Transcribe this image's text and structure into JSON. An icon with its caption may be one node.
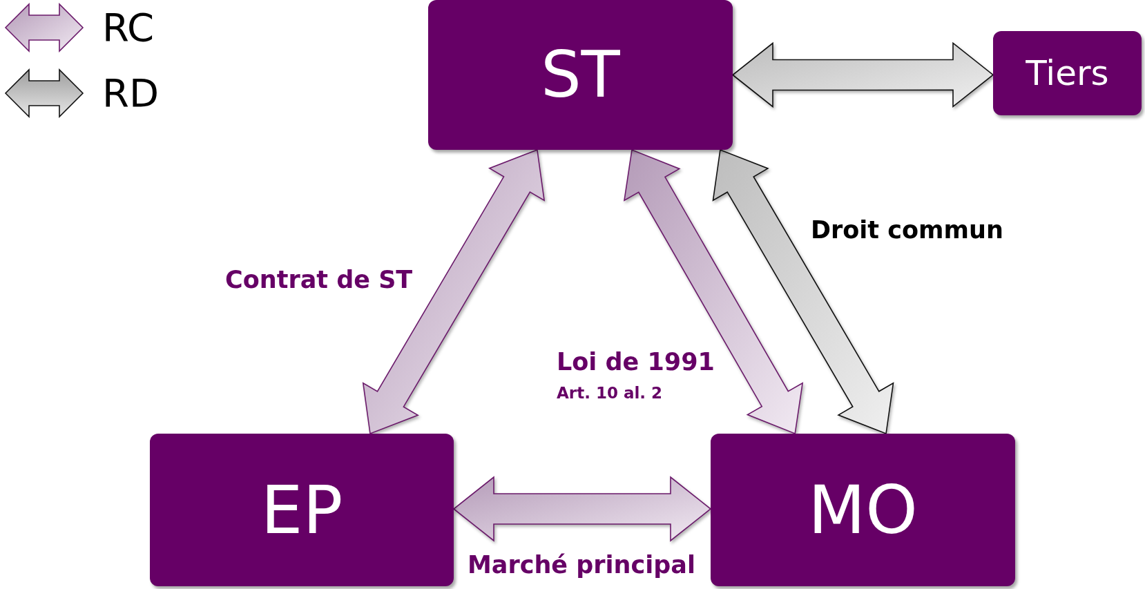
{
  "diagram": {
    "nodes": [
      {
        "text": [
          "ST"
        ]
      },
      {
        "text": [
          "Tiers"
        ]
      },
      {
        "text": [
          "EP"
        ]
      },
      {
        "text": [
          "MO"
        ]
      }
    ],
    "edges": [
      {
        "from": 0,
        "to": 1,
        "arrow": "both",
        "color": "#bdbdbd"
      },
      {
        "from": 0,
        "to": 2,
        "arrow": "both",
        "label": "Contrat de ST"
      },
      {
        "from": 0,
        "to": 3,
        "arrow": "both",
        "label": "Loi de 1991"
      },
      {
        "from": 0,
        "to": 3,
        "arrow": "both",
        "label": "Droit commun",
        "color": "#bdbdbd"
      },
      {
        "from": 2,
        "to": 3,
        "arrow": "both",
        "label": "Marché principal"
      }
    ],
    "labels": [
      "Art. 10 al. 2"
    ],
    "legend": [
      {
        "text": "RC"
      },
      {
        "text": "RD"
      }
    ]
  }
}
